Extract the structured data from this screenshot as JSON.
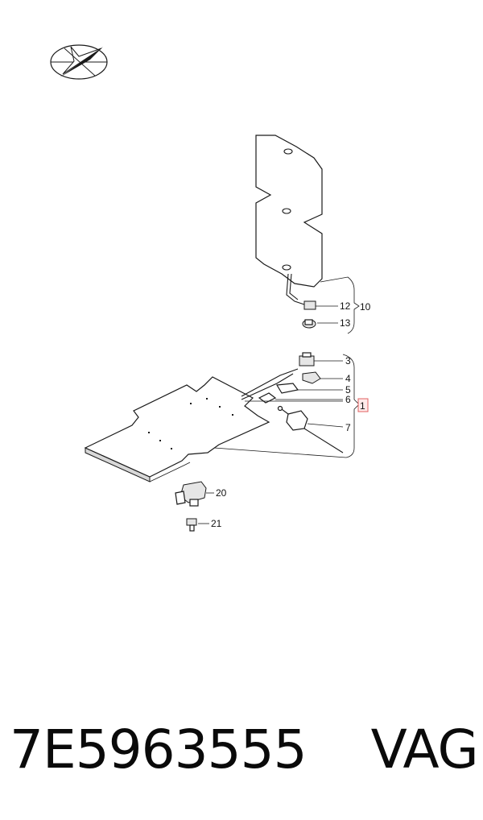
{
  "diagram": {
    "callouts": {
      "c1": "1",
      "c3": "3",
      "c4": "4",
      "c5": "5",
      "c6": "6",
      "c7": "7",
      "c10": "10",
      "c12": "12",
      "c13": "13",
      "c20": "20",
      "c21": "21"
    },
    "highlight_color": "#e06060"
  },
  "footer": {
    "part_number": "7E5963555",
    "brand": "VAG"
  }
}
